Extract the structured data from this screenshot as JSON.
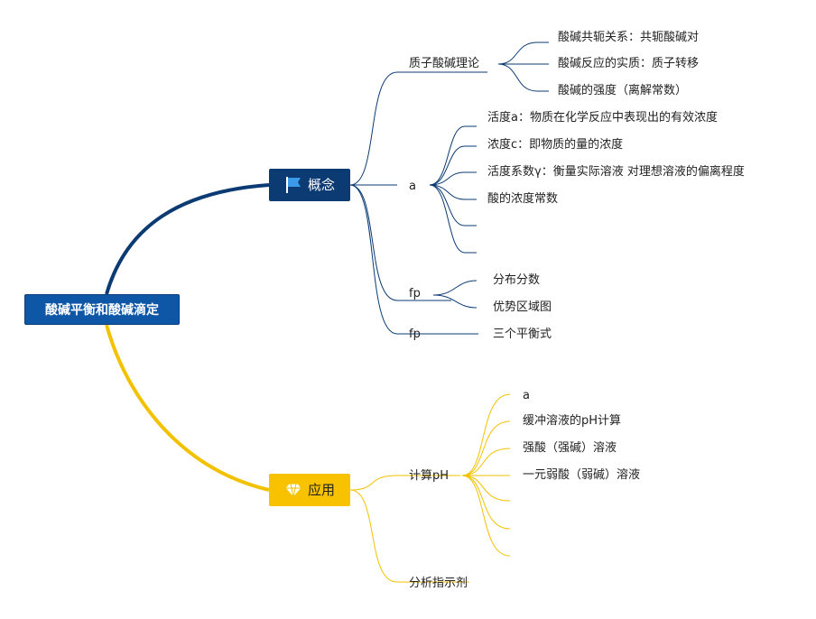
{
  "colors": {
    "root_bg": "#0e56a6",
    "concept_branch": "#0c3b74",
    "apply_branch": "#f8c200",
    "concept_edge": "#0b3b72",
    "apply_edge": "#f2c200"
  },
  "root": {
    "label": "酸碱平衡和酸碱滴定"
  },
  "concept": {
    "label": "概念",
    "icon": "flag-icon",
    "proton_theory": {
      "label": "质子酸碱理论",
      "children": [
        "酸碱共轭关系：共轭酸碱对",
        "酸碱反应的实质：质子转移",
        "酸碱的强度（离解常数）"
      ]
    },
    "activity": {
      "label": "a",
      "children": [
        "活度a：物质在化学反应中表现出的有效浓度",
        "浓度c：即物质的量的浓度",
        "活度系数γ：衡量实际溶液 对理想溶液的偏离程度",
        "酸的浓度常数",
        "",
        ""
      ]
    },
    "distribution": {
      "label": "fp",
      "children": [
        "分布分数",
        "优势区域图"
      ]
    },
    "equilibrium": {
      "label": "fp",
      "children": [
        "三个平衡式"
      ]
    }
  },
  "apply": {
    "label": "应用",
    "icon": "diamond-icon",
    "ph": {
      "label": "计算pH",
      "children": [
        "a",
        "缓冲溶液的pH计算",
        "强酸（强碱）溶液",
        "一元弱酸（弱碱）溶液",
        "",
        "",
        ""
      ]
    },
    "indicator": {
      "label": "分析指示剂"
    }
  }
}
